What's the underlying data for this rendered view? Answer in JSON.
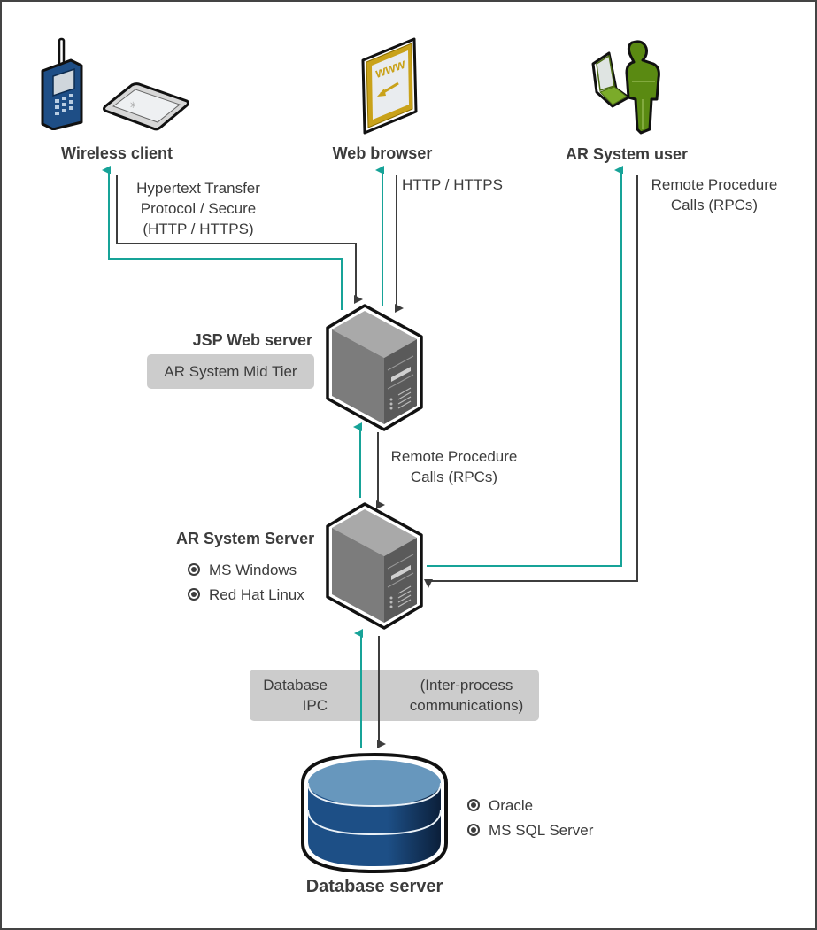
{
  "diagram": {
    "colors": {
      "teal": "#17a398",
      "dark": "#3d3d3d",
      "pill": "#cccccc"
    },
    "nodes": {
      "wireless_client": {
        "label": "Wireless client",
        "icons": [
          "mobile-phone-icon",
          "tablet-icon"
        ]
      },
      "web_browser": {
        "label": "Web browser",
        "icons": [
          "www-browser-icon"
        ]
      },
      "ar_system_user": {
        "label": "AR System user",
        "icons": [
          "user-laptop-icon"
        ]
      },
      "jsp_web_server": {
        "label": "JSP Web server",
        "badge": "AR System Mid Tier",
        "icons": [
          "server-tower-icon"
        ]
      },
      "ar_system_server": {
        "label": "AR System Server",
        "platforms": [
          "MS Windows",
          "Red Hat Linux"
        ],
        "icons": [
          "server-tower-icon"
        ]
      },
      "database_server": {
        "label": "Database server",
        "platforms": [
          "Oracle",
          "MS SQL Server"
        ],
        "icons": [
          "database-icon"
        ]
      }
    },
    "connections": {
      "wireless_http": {
        "line1": "Hypertext Transfer",
        "line2": "Protocol / Secure",
        "line3": "(HTTP / HTTPS)"
      },
      "browser_http": {
        "text": "HTTP / HTTPS"
      },
      "user_rpc": {
        "line1": "Remote Procedure",
        "line2": "Calls (RPCs)"
      },
      "midtier_rpc": {
        "line1": "Remote Procedure",
        "line2": "Calls (RPCs)"
      },
      "db_ipc": {
        "left1": "Database",
        "left2": "IPC",
        "right1": "(Inter-process",
        "right2": "communications)"
      }
    }
  }
}
